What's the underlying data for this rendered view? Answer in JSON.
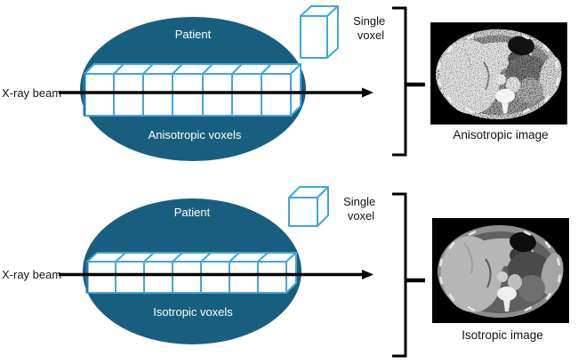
{
  "colors": {
    "background": "#ffffff",
    "patient_fill": "#185F7F",
    "voxel_stroke": "#44A5D9",
    "voxel_left_edge": "#2478A8",
    "beam": "#000000",
    "bracket": "#000000",
    "label_dark": "#141414",
    "label_light": "#ffffff"
  },
  "panels": [
    {
      "name": "anisotropic",
      "patient_label": "Patient",
      "beam_label": "X-ray beam",
      "voxels_label": "Anisotropic voxels",
      "single_voxel_line1": "Single",
      "single_voxel_line2": "voxel",
      "image_label": "Anisotropic image",
      "voxel_count": 7,
      "single_voxel_shape": "tall-rectangular-prism",
      "voxel_row_shape": "tall-slabs",
      "ct_image_style": "noisy-grainy"
    },
    {
      "name": "isotropic",
      "patient_label": "Patient",
      "beam_label": "X-ray beam",
      "voxels_label": "Isotropic voxels",
      "single_voxel_line1": "Single",
      "single_voxel_line2": "voxel",
      "image_label": "Isotropic image",
      "voxel_count": 7,
      "single_voxel_shape": "cube",
      "voxel_row_shape": "cubes",
      "ct_image_style": "smooth-clean"
    }
  ]
}
